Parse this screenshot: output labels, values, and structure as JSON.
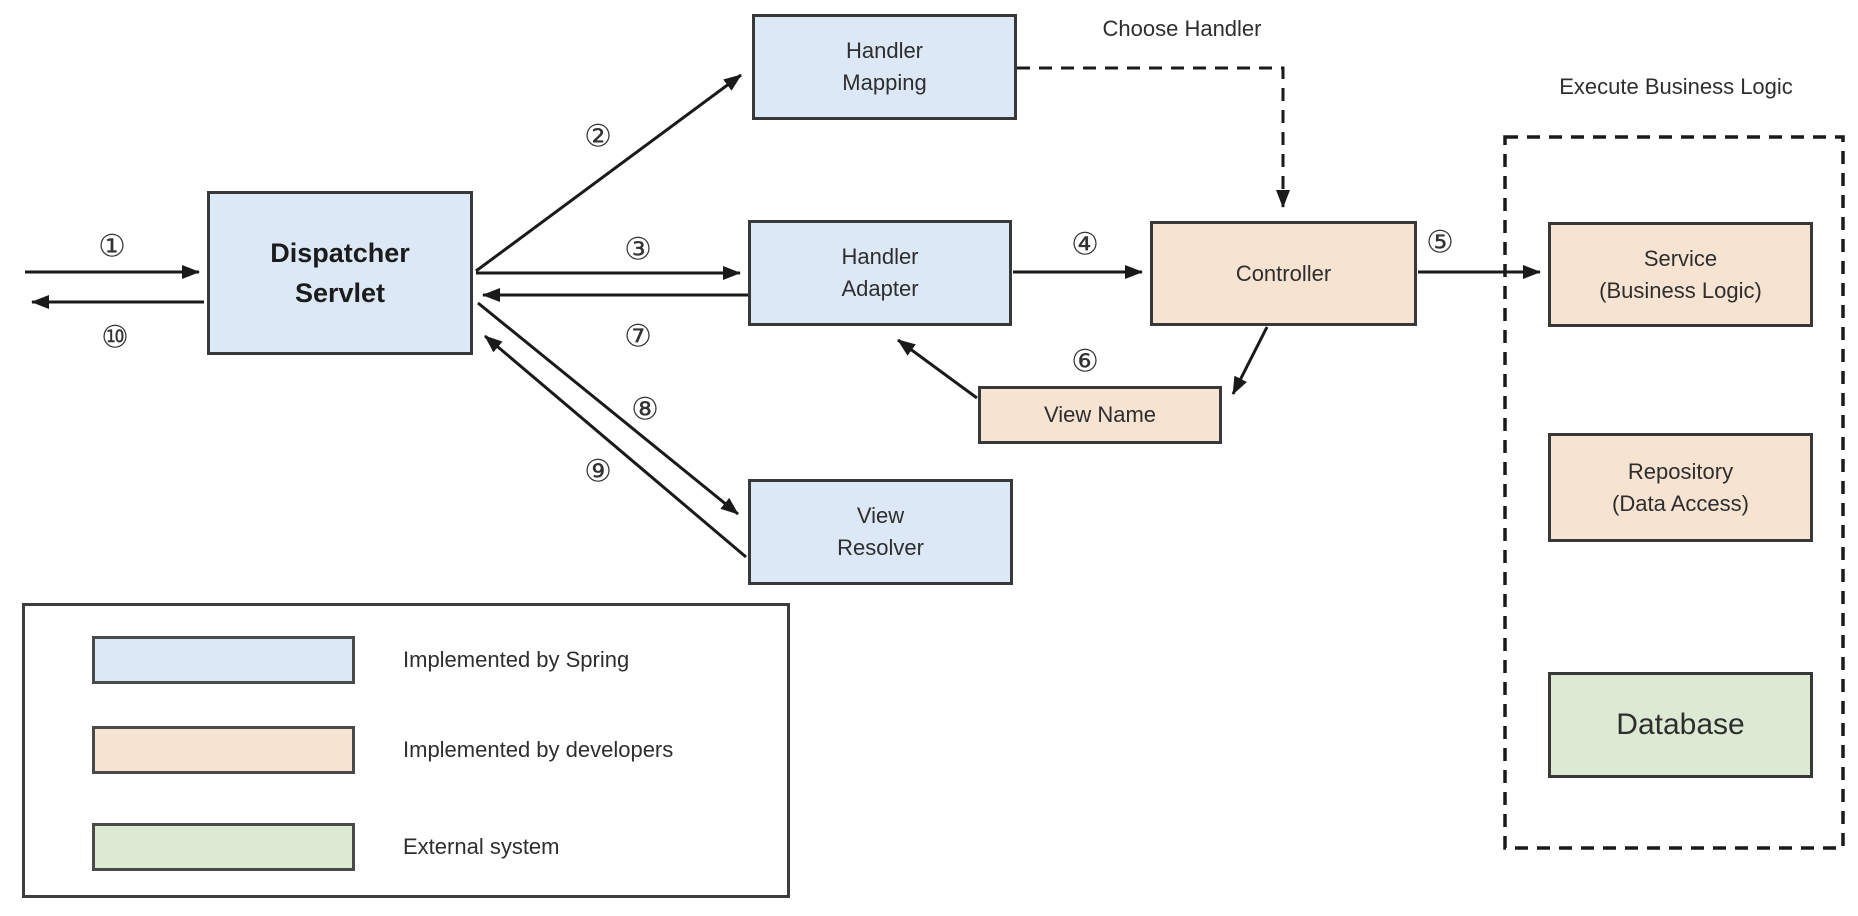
{
  "diagram": {
    "title_labels": {
      "choose_handler": "Choose Handler",
      "execute_business_logic": "Execute Business Logic"
    },
    "nodes": {
      "dispatcher_servlet": {
        "lines": [
          "Dispatcher",
          "Servlet"
        ],
        "role": "spring"
      },
      "handler_mapping": {
        "lines": [
          "Handler",
          "Mapping"
        ],
        "role": "spring"
      },
      "handler_adapter": {
        "lines": [
          "Handler",
          "Adapter"
        ],
        "role": "spring"
      },
      "view_resolver": {
        "lines": [
          "View",
          "Resolver"
        ],
        "role": "spring"
      },
      "view_name": {
        "lines": [
          "View Name"
        ],
        "role": "developer"
      },
      "controller": {
        "lines": [
          "Controller"
        ],
        "role": "developer"
      },
      "service": {
        "lines": [
          "Service",
          "(Business Logic)"
        ],
        "role": "developer"
      },
      "repository": {
        "lines": [
          "Repository",
          "(Data Access)"
        ],
        "role": "developer"
      },
      "database": {
        "lines": [
          "Database"
        ],
        "role": "external"
      }
    },
    "steps": [
      "①",
      "②",
      "③",
      "④",
      "⑤",
      "⑥",
      "⑦",
      "⑧",
      "⑨",
      "⑩"
    ],
    "legend": {
      "items": [
        {
          "label": "Implemented by Spring",
          "color": "spring_fill"
        },
        {
          "label": "Implemented by developers",
          "color": "developer_fill"
        },
        {
          "label": "External system",
          "color": "external_fill"
        }
      ]
    },
    "colors": {
      "spring_fill": "#dce8f5",
      "developer_fill": "#f7e3d1",
      "external_fill": "#dcead3",
      "node_border": "#383838",
      "arrow": "#1a1a1a",
      "text": "#2e2e2e"
    }
  }
}
